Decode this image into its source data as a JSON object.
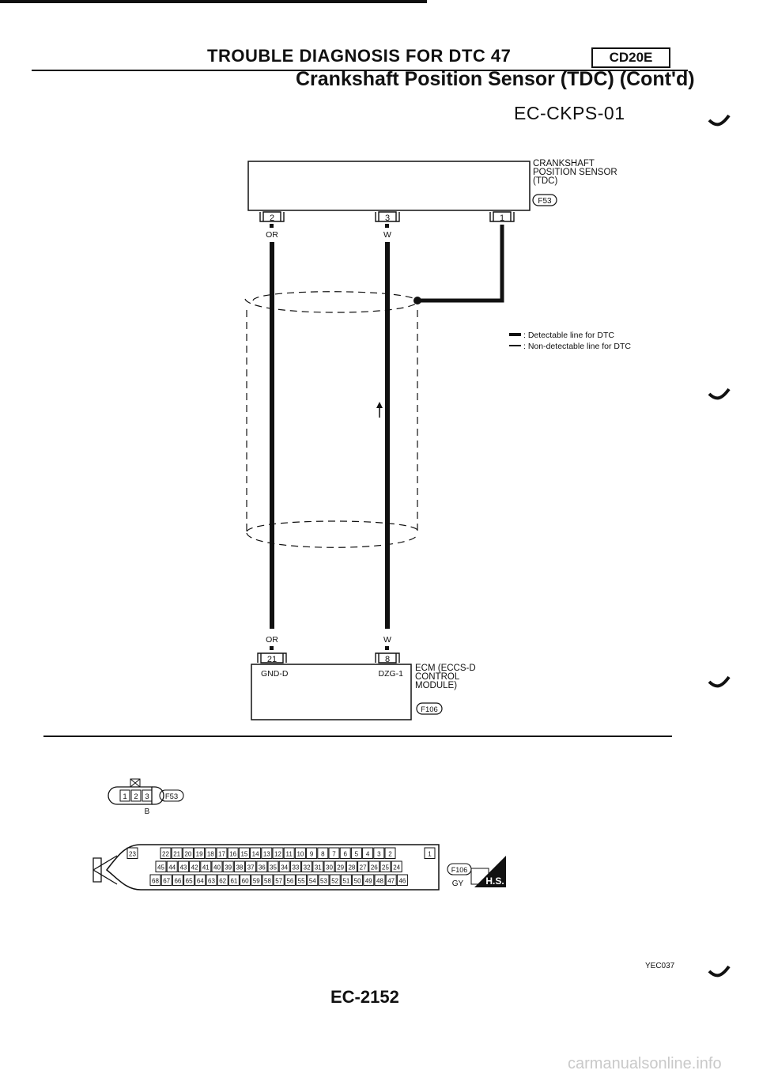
{
  "header": {
    "title": "TROUBLE DIAGNOSIS FOR DTC 47",
    "model": "CD20E",
    "subtitle": "Crankshaft Position Sensor (TDC) (Cont'd)",
    "diagram_code": "EC-CKPS-01"
  },
  "sensor": {
    "name_lines": [
      "CRANKSHAFT",
      "POSITION SENSOR",
      "(TDC)"
    ],
    "connector": "F53",
    "terminals": [
      "2",
      "3",
      "1"
    ]
  },
  "wires": {
    "left_color": "OR",
    "right_color": "W"
  },
  "ecm": {
    "name_lines": [
      "ECM (ECCS-D",
      "CONTROL",
      "MODULE)"
    ],
    "connector": "F106",
    "terminals": [
      "21",
      "8"
    ],
    "terminal_labels": [
      "GND-D",
      "DZG-1"
    ]
  },
  "legend": {
    "detectable": ": Detectable line for DTC",
    "non_detectable": ": Non-detectable line for DTC"
  },
  "connector_views": {
    "f53_pins": [
      "1",
      "2",
      "3"
    ],
    "f53_id": "F53",
    "f53_color": "B",
    "f106_single_left": "23",
    "f106_row1": [
      "22",
      "21",
      "20",
      "19",
      "18",
      "17",
      "16",
      "15",
      "14",
      "13",
      "12",
      "11",
      "10",
      "9",
      "8",
      "7",
      "6",
      "5",
      "4",
      "3",
      "2"
    ],
    "f106_single_right": "1",
    "f106_row2": [
      "45",
      "44",
      "43",
      "42",
      "41",
      "40",
      "39",
      "38",
      "37",
      "36",
      "35",
      "34",
      "33",
      "32",
      "31",
      "30",
      "29",
      "28",
      "27",
      "26",
      "25",
      "24"
    ],
    "f106_row3": [
      "68",
      "67",
      "66",
      "65",
      "64",
      "63",
      "62",
      "61",
      "60",
      "59",
      "58",
      "57",
      "56",
      "55",
      "54",
      "53",
      "52",
      "51",
      "50",
      "49",
      "48",
      "47",
      "46"
    ],
    "f106_id": "F106",
    "f106_color": "GY",
    "hs_badge": "H.S."
  },
  "footer": {
    "figure_code": "YEC037",
    "page": "EC-2152",
    "watermark": "carmanualsonline.info"
  }
}
